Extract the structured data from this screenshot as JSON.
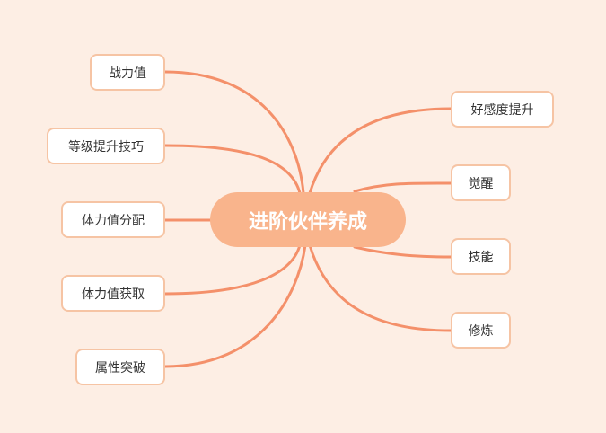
{
  "center": {
    "label": "进阶伙伴养成"
  },
  "left_nodes": [
    {
      "label": "战力值"
    },
    {
      "label": "等级提升技巧"
    },
    {
      "label": "体力值分配"
    },
    {
      "label": "体力值获取"
    },
    {
      "label": "属性突破"
    }
  ],
  "right_nodes": [
    {
      "label": "好感度提升"
    },
    {
      "label": "觉醒"
    },
    {
      "label": "技能"
    },
    {
      "label": "修炼"
    }
  ],
  "colors": {
    "background": "#fdeee4",
    "center": "#f9b48c",
    "link": "#f4906a",
    "node_border": "#f6c4a4"
  }
}
